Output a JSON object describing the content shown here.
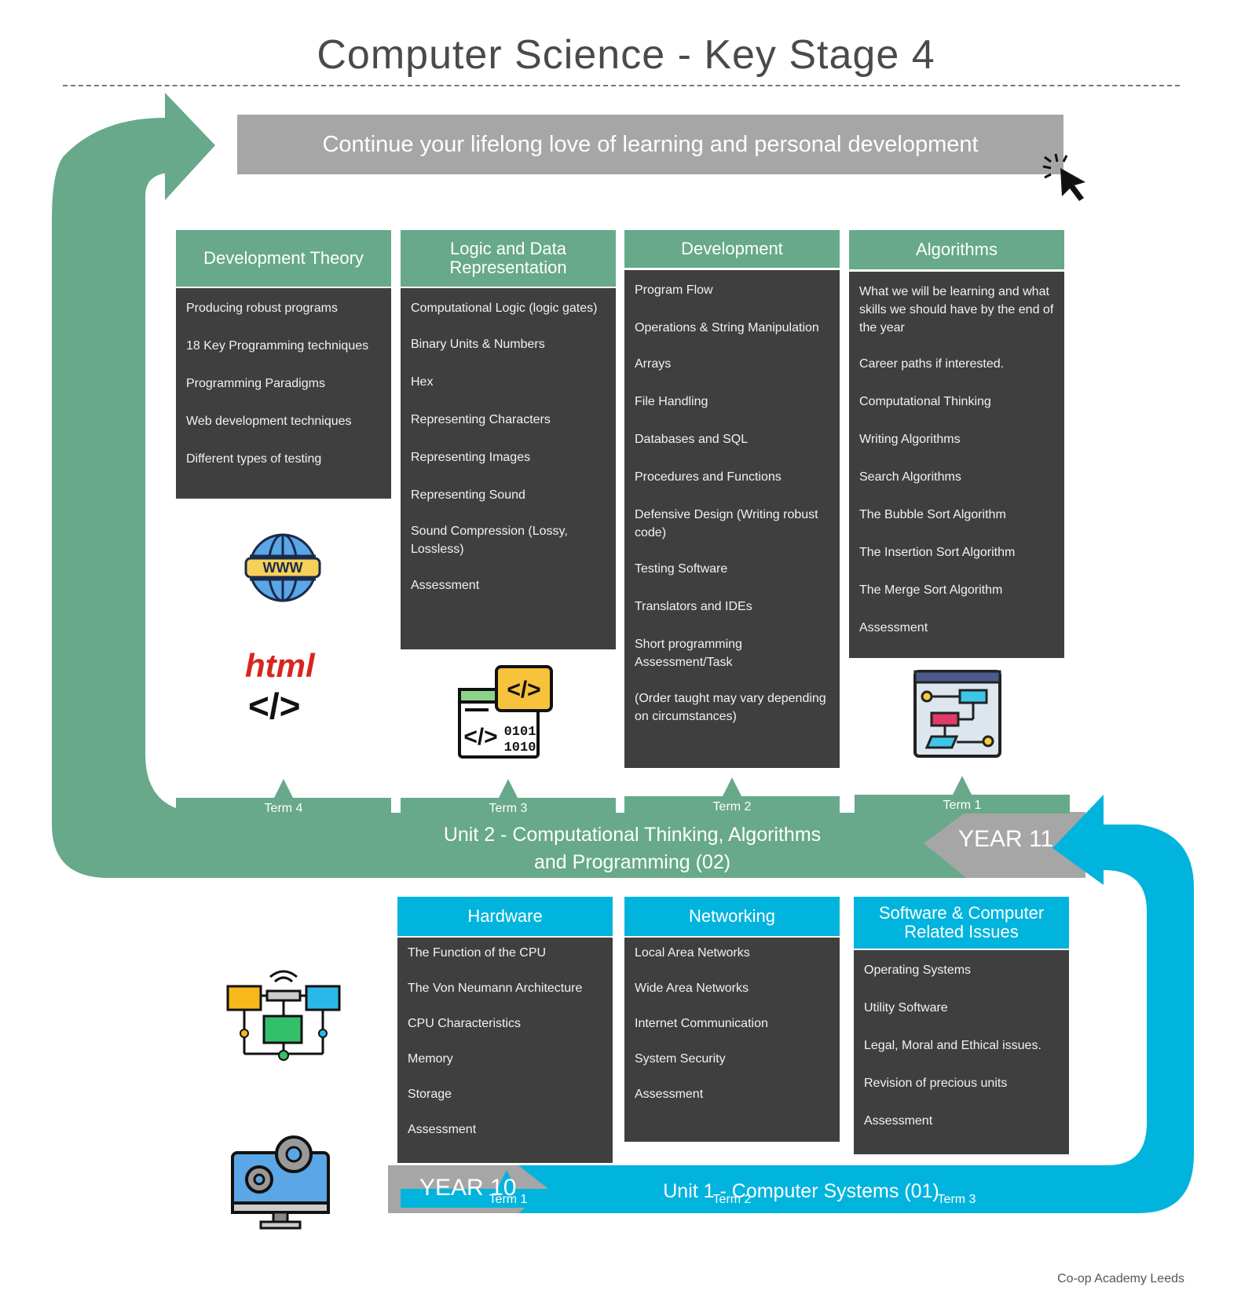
{
  "title": "Computer Science - Key Stage 4",
  "banner": "Continue your lifelong love of learning and personal development",
  "year11": {
    "year_label": "YEAR 11",
    "unit_line1": "Unit 2 - Computational Thinking, Algorithms",
    "unit_line2": "and Programming (02)",
    "cards": [
      {
        "title": "Development Theory",
        "term": "Term 4",
        "items": [
          "Producing robust programs",
          "18 Key Programming techniques",
          "Programming Paradigms",
          "Web development techniques",
          "Different types of testing"
        ]
      },
      {
        "title": "Logic and Data Representation",
        "term": "Term 3",
        "items": [
          "Computational Logic (logic gates)",
          "Binary Units & Numbers",
          "Hex",
          "Representing Characters",
          "Representing Images",
          "Representing Sound",
          "Sound Compression (Lossy, Lossless)",
          "Assessment"
        ]
      },
      {
        "title": "Development",
        "term": "Term 2",
        "items": [
          "Program Flow",
          "Operations & String Manipulation",
          "Arrays",
          "File Handling",
          "Databases and SQL",
          "Procedures and Functions",
          "Defensive Design (Writing robust code)",
          "Testing Software",
          "Translators and IDEs",
          "Short programming Assessment/Task",
          "(Order taught may vary depending on circumstances)"
        ]
      },
      {
        "title": "Algorithms",
        "term": "Term 1",
        "items": [
          "What we will be learning and what skills we should have by the end of the year",
          "Career paths if interested.",
          "Computational Thinking",
          "Writing Algorithms",
          "Search Algorithms",
          "The Bubble Sort Algorithm",
          "The Insertion Sort Algorithm",
          "The Merge Sort Algorithm",
          "Assessment"
        ]
      }
    ]
  },
  "year10": {
    "year_label": "YEAR 10",
    "unit_line": "Unit 1 - Computer Systems (01)",
    "cards": [
      {
        "title": "Hardware",
        "term": "Term 1",
        "items": [
          "The Function of the CPU",
          "The Von Neumann Architecture",
          "CPU Characteristics",
          "Memory",
          "Storage",
          "Assessment"
        ]
      },
      {
        "title": "Networking",
        "term": "Term 2",
        "items": [
          "Local Area Networks",
          "Wide Area Networks",
          "Internet Communication",
          "System Security",
          "Assessment"
        ]
      },
      {
        "title": "Software & Computer Related Issues",
        "term": "Term 3",
        "items": [
          "Operating Systems",
          "Utility Software",
          "Legal, Moral and Ethical issues.",
          "Revision of precious units",
          "Assessment"
        ]
      }
    ]
  },
  "icons": {
    "www": "WWW",
    "html_word": "html",
    "html_code": "</>",
    "binary_top": "0101",
    "binary_bottom": "1010"
  },
  "credit": "Co-op Academy Leeds",
  "colors": {
    "green": "#67a98a",
    "blue": "#00b4dd",
    "dark": "#3f3f3f",
    "grey": "#a6a6a6"
  }
}
